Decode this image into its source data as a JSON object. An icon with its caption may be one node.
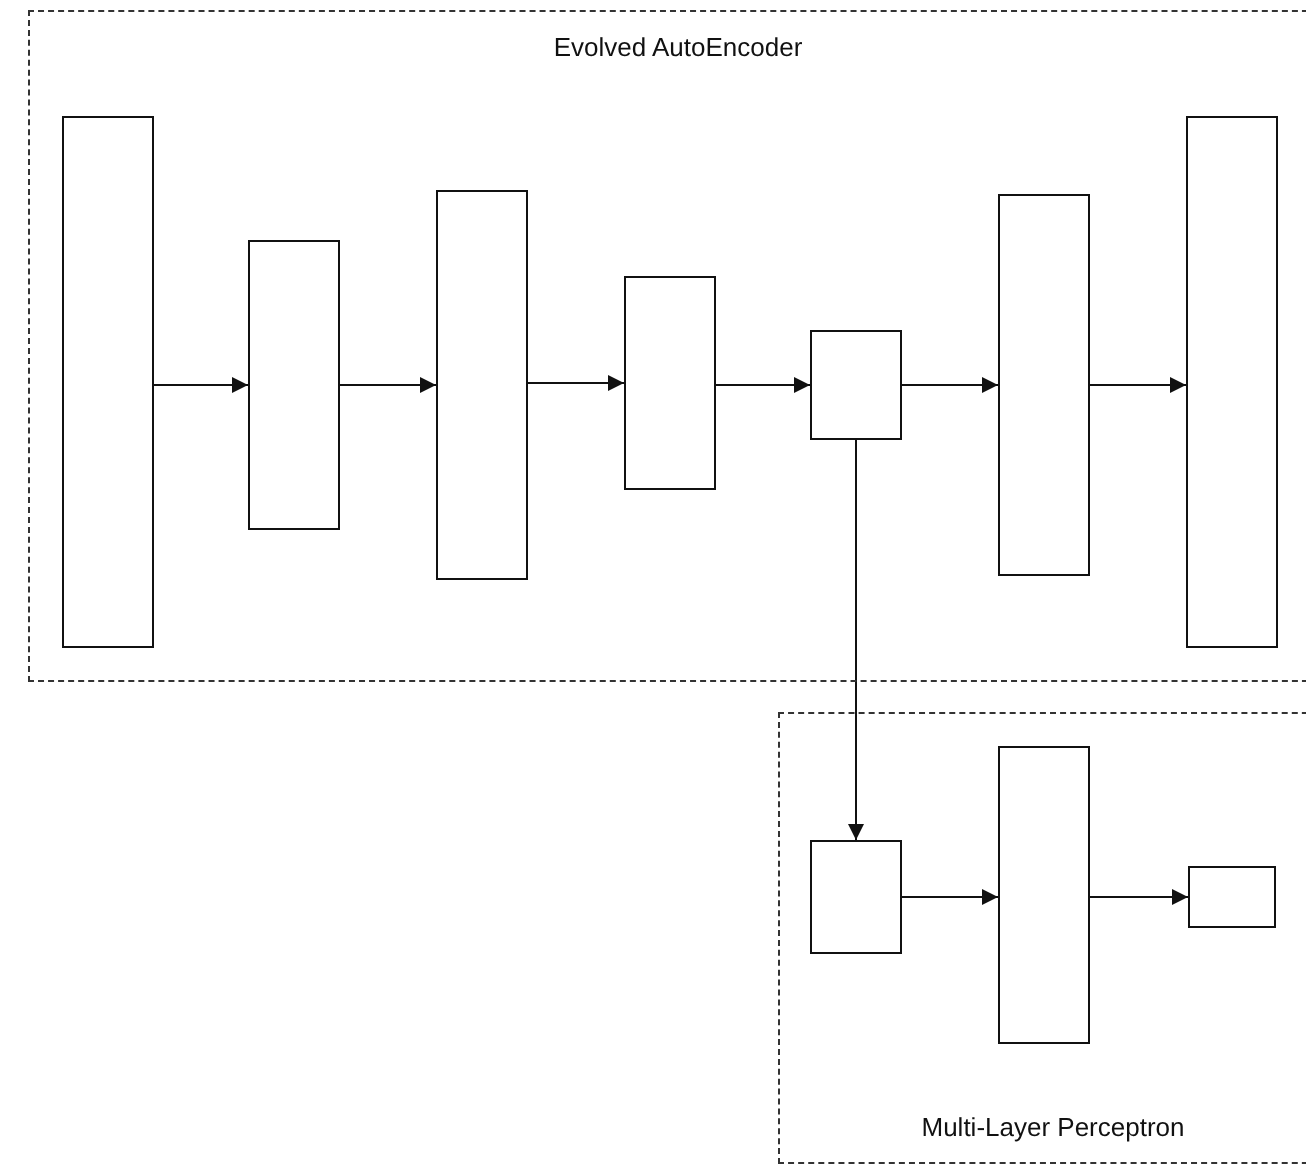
{
  "diagram": {
    "nodes": [
      {
        "text": [
          "Evolved AutoEncoder"
        ]
      },
      {
        "text": [],
        "shape": "box",
        "in": 0
      },
      {
        "text": [],
        "shape": "box",
        "in": 0
      },
      {
        "text": [],
        "shape": "box",
        "in": 0
      },
      {
        "text": [],
        "shape": "box",
        "in": 0
      },
      {
        "text": [],
        "shape": "box",
        "in": 0
      },
      {
        "text": [],
        "shape": "box",
        "in": 0
      },
      {
        "text": [],
        "shape": "box",
        "in": 0
      },
      {
        "text": [
          "Multi-Layer Perceptron"
        ]
      },
      {
        "text": [],
        "shape": "box",
        "in": 8
      },
      {
        "text": [],
        "shape": "box",
        "in": 8
      },
      {
        "text": [],
        "shape": "box",
        "in": 8
      }
    ],
    "edges": [
      {
        "from": 1,
        "to": 2,
        "arrow": "to"
      },
      {
        "from": 2,
        "to": 3,
        "arrow": "to"
      },
      {
        "from": 3,
        "to": 4,
        "arrow": "to"
      },
      {
        "from": 4,
        "to": 5,
        "arrow": "to"
      },
      {
        "from": 5,
        "to": 6,
        "arrow": "to"
      },
      {
        "from": 6,
        "to": 7,
        "arrow": "to"
      },
      {
        "from": 5,
        "to": 9,
        "arrow": "to"
      },
      {
        "from": 9,
        "to": 10,
        "arrow": "to"
      },
      {
        "from": 10,
        "to": 11,
        "arrow": "to"
      }
    ]
  }
}
